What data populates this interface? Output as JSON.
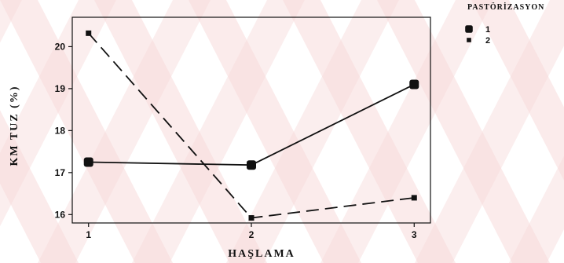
{
  "chart_data": {
    "type": "line",
    "xlabel": "HAŞLAMA",
    "ylabel": "KM TUZ (%)",
    "x": [
      1,
      2,
      3
    ],
    "x_tick_labels": [
      "1",
      "2",
      "3"
    ],
    "xlim": [
      0.9,
      3.1
    ],
    "y_ticks": [
      16,
      17,
      18,
      19,
      20
    ],
    "ylim": [
      15.8,
      20.7
    ],
    "legend_title": "PASTÖRİZASYON",
    "legend_position": "top-right",
    "grid": false,
    "series": [
      {
        "name": "1",
        "values": [
          17.25,
          17.18,
          19.1
        ],
        "color": "#111111",
        "line_style": "solid",
        "marker": "rounded-square-large"
      },
      {
        "name": "2",
        "values": [
          20.32,
          15.92,
          16.4
        ],
        "color": "#111111",
        "line_style": "dashed",
        "marker": "square-small"
      }
    ]
  },
  "watermark_color": "#f7dada"
}
